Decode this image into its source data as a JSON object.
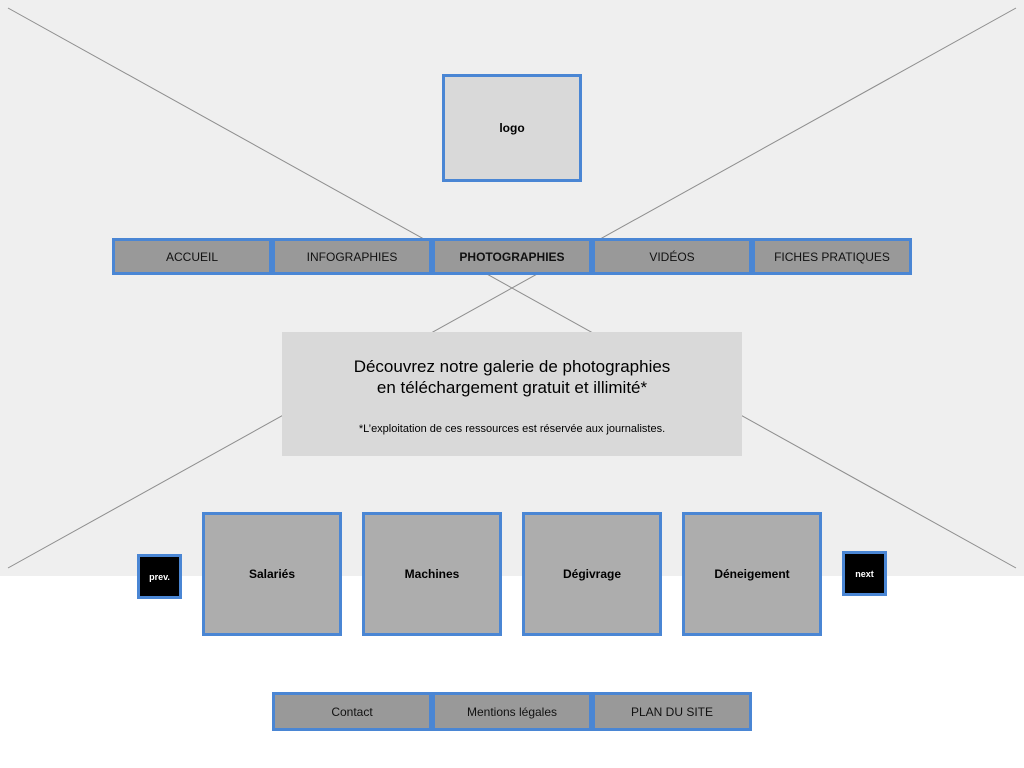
{
  "logo": {
    "label": "logo"
  },
  "nav": {
    "items": [
      {
        "label": "ACCUEIL"
      },
      {
        "label": "INFOGRAPHIES"
      },
      {
        "label": "PHOTOGRAPHIES",
        "active": true
      },
      {
        "label": "VIDÉOS"
      },
      {
        "label": "FICHES PRATIQUES"
      }
    ]
  },
  "banner": {
    "title_line1": "Découvrez notre galerie de photographies",
    "title_line2": "en téléchargement gratuit et illimité*",
    "note": "*L’exploitation de ces ressources est réservée aux journalistes."
  },
  "gallery": {
    "prev_label": "prev.",
    "next_label": "next",
    "cards": [
      {
        "label": "Salariés"
      },
      {
        "label": "Machines"
      },
      {
        "label": "Dégivrage"
      },
      {
        "label": "Déneigement"
      }
    ]
  },
  "footer": {
    "items": [
      {
        "label": "Contact"
      },
      {
        "label": "Mentions légales"
      },
      {
        "label": "PLAN DU SITE"
      }
    ]
  },
  "colors": {
    "accent_border": "#4a86d4",
    "hero_background": "#efefef",
    "nav_fill": "#999999",
    "card_fill": "#adadad",
    "banner_fill": "#d9d9d9"
  }
}
